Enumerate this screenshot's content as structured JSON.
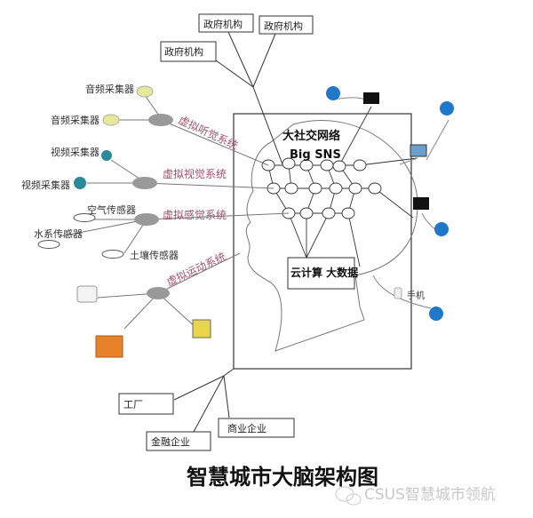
{
  "title": "智慧城市大脑架构图",
  "watermark": "CSUS智慧城市领航",
  "government": [
    "政府机构",
    "政府机构",
    "政府机构"
  ],
  "brain": {
    "social_network": "大社交网络",
    "big_sns": "Big SNS",
    "cloud": "云计算 大数据"
  },
  "systems": {
    "hearing": "虚拟听觉系统",
    "vision": "虚拟视觉系统",
    "sensing": "虚拟感觉系统",
    "motion": "虚拟运动系统"
  },
  "devices": {
    "audio1": "音频采集器",
    "audio2": "音频采集器",
    "video1": "视频采集器",
    "video2": "视频采集器",
    "air": "空气传感器",
    "water": "水系传感器",
    "soil": "土壤传感器",
    "phone": "手机"
  },
  "enterprises": {
    "factory": "工厂",
    "finance": "金融企业",
    "commerce": "商业企业"
  },
  "colors": {
    "system_label": "#a0506a",
    "hub": "#9a9a9a",
    "user_icon": "#1f78c8"
  }
}
